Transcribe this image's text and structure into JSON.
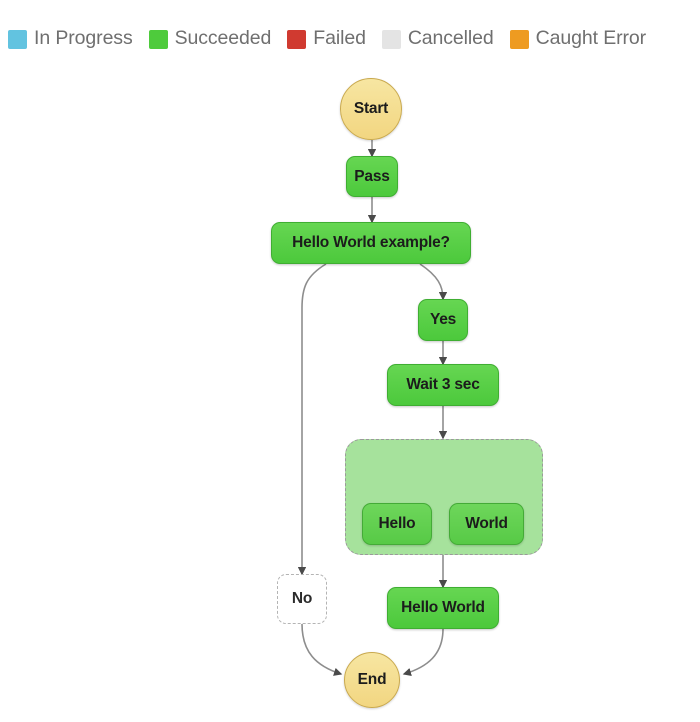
{
  "legend": {
    "items": [
      {
        "label": "In Progress",
        "color": "#62c3e0",
        "icon": "legend-swatch-icon"
      },
      {
        "label": "Succeeded",
        "color": "#4ecb3c",
        "icon": "legend-swatch-icon"
      },
      {
        "label": "Failed",
        "color": "#d03a30",
        "icon": "legend-swatch-icon"
      },
      {
        "label": "Cancelled",
        "color": "#e4e4e4",
        "icon": "legend-swatch-icon"
      },
      {
        "label": "Caught Error",
        "color": "#ee9b21",
        "icon": "legend-swatch-icon"
      }
    ]
  },
  "graph": {
    "nodes": {
      "start": {
        "label": "Start",
        "status": "Caught Error"
      },
      "pass": {
        "label": "Pass",
        "status": "Succeeded"
      },
      "choice": {
        "label": "Hello World example?",
        "status": "Succeeded"
      },
      "yes": {
        "label": "Yes",
        "status": "Succeeded"
      },
      "wait": {
        "label": "Wait 3 sec",
        "status": "Succeeded"
      },
      "hello": {
        "label": "Hello",
        "status": "Succeeded"
      },
      "world": {
        "label": "World",
        "status": "Succeeded"
      },
      "no": {
        "label": "No",
        "status": "Cancelled"
      },
      "hello_world": {
        "label": "Hello World",
        "status": "Succeeded"
      },
      "end": {
        "label": "End",
        "status": "Caught Error"
      }
    },
    "parallel_group": {
      "label": "",
      "status": "Succeeded"
    }
  }
}
